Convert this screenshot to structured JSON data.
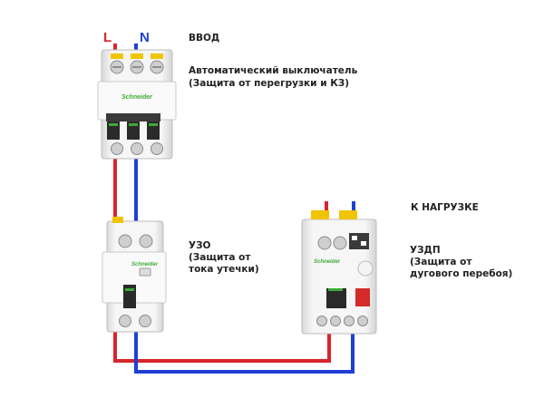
{
  "colors": {
    "phase": "#d8262b",
    "neutral": "#1f3fd6",
    "breaker_body": "#f0f0f0",
    "brand_green": "#3daa35",
    "handle": "#2a2a2a",
    "test_red": "#d42a2a"
  },
  "labels": {
    "phase": "L",
    "neutral": "N",
    "input": "ВВОД",
    "breaker_title": "Автоматический выключатель",
    "breaker_desc": "(Защита от перегрузки и КЗ)",
    "rcd_title": "УЗО",
    "rcd_line1": "(Защита от",
    "rcd_line2": "тока утечки)",
    "to_load": "К НАГРУЗКЕ",
    "afdd_title": "УЗДП",
    "afdd_line1": "(Защита от",
    "afdd_line2": "дугового перебоя)"
  },
  "devices": [
    {
      "name": "circuit-breaker",
      "brand": "Schneider"
    },
    {
      "name": "rcd",
      "brand": "Schneider"
    },
    {
      "name": "afdd",
      "brand": "Schneider"
    }
  ]
}
